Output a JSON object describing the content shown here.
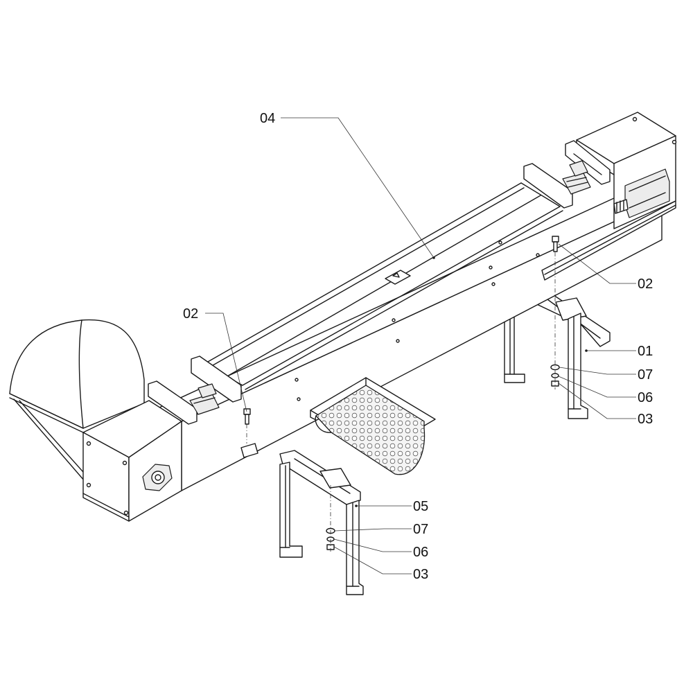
{
  "callouts": [
    {
      "id": "c04",
      "label": "04"
    },
    {
      "id": "c02-right",
      "label": "02"
    },
    {
      "id": "c02-left",
      "label": "02"
    },
    {
      "id": "c01",
      "label": "01"
    },
    {
      "id": "c07-right",
      "label": "07"
    },
    {
      "id": "c06-right",
      "label": "06"
    },
    {
      "id": "c03-right",
      "label": "03"
    },
    {
      "id": "c05",
      "label": "05"
    },
    {
      "id": "c07-left",
      "label": "07"
    },
    {
      "id": "c06-left",
      "label": "06"
    },
    {
      "id": "c03-left",
      "label": "03"
    }
  ]
}
